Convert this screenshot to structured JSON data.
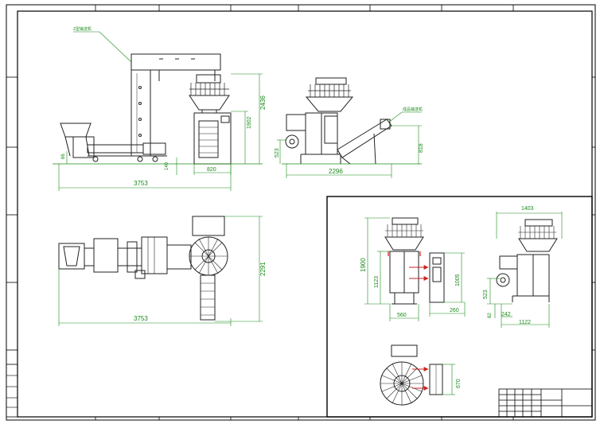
{
  "colors": {
    "frame": "#000000",
    "machine": "#222222",
    "dimension": "#1a8a1a",
    "arrow": "#cc2222"
  },
  "labels": {
    "z_conveyor": "Z型输送机",
    "output_conveyor": "成品输送机"
  },
  "front_view": {
    "overall_width": "3753",
    "height": "2436",
    "packer_height": "1902",
    "packer_width": "820",
    "feeder_height": "66",
    "base_offset": "140"
  },
  "side_view": {
    "width": "2296",
    "height": "818",
    "film_height": "523"
  },
  "top_view": {
    "overall_width": "3753",
    "depth": "2291"
  },
  "detail_front": {
    "height": "1900",
    "lower_height": "1123",
    "width": "560"
  },
  "control_cabinet": {
    "height": "1005",
    "width": "260"
  },
  "detail_side": {
    "top_width": "1403",
    "film_height": "523",
    "base_height": "82",
    "offset": "242",
    "width": "1122"
  },
  "detail_top": {
    "depth": "670"
  }
}
